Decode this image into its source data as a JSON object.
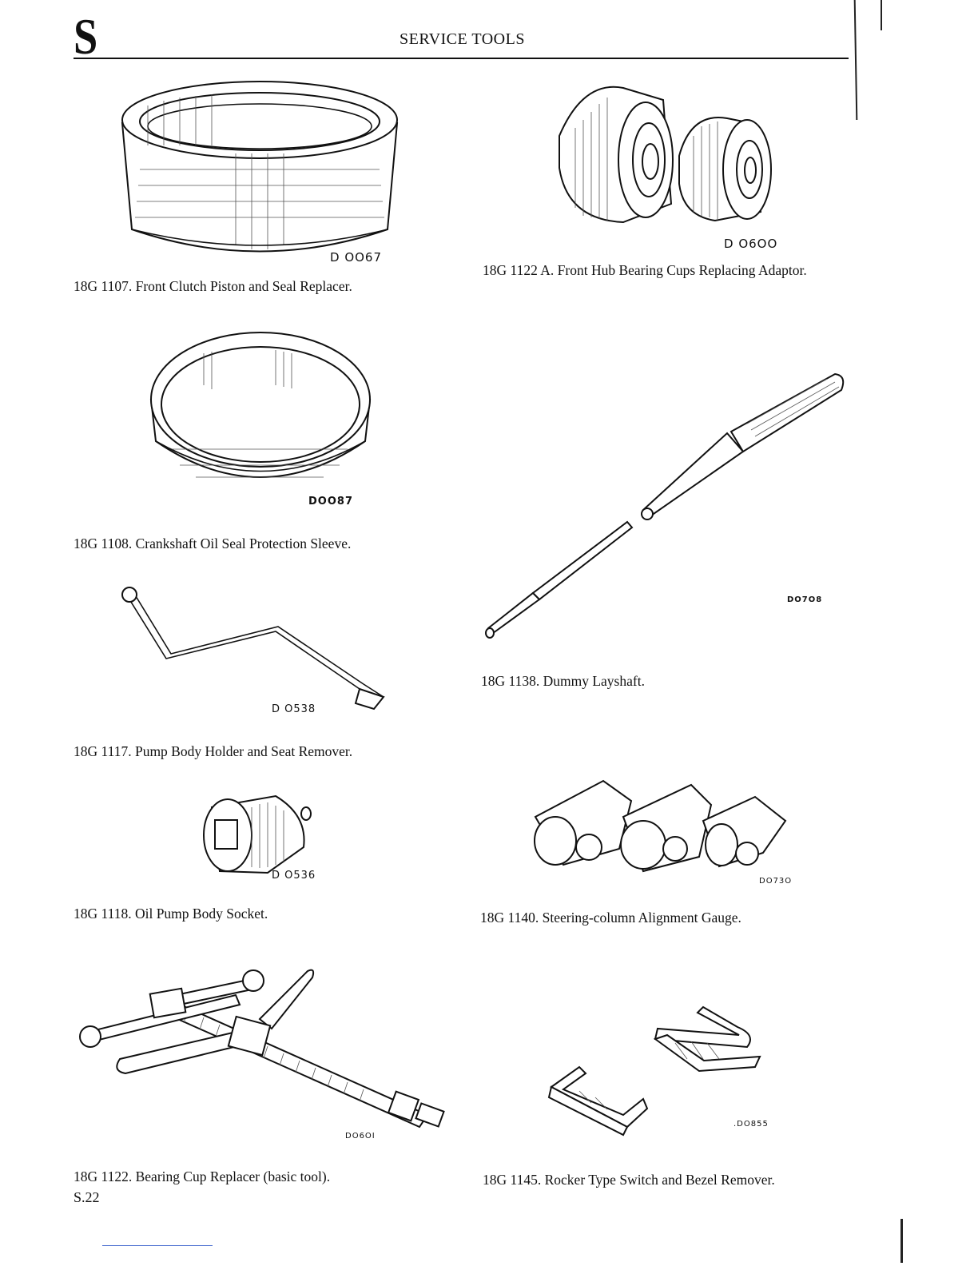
{
  "header": {
    "section_letter": "S",
    "title": "SERVICE TOOLS"
  },
  "tools": [
    {
      "ref": "D OO67",
      "caption": "18G 1107. Front Clutch Piston and Seal Replacer."
    },
    {
      "ref": "D O6OO",
      "caption": "18G 1122 A. Front Hub Bearing Cups Replacing Adaptor."
    },
    {
      "ref": "DOO87",
      "caption": "18G 1108. Crankshaft Oil Seal Protection Sleeve."
    },
    {
      "ref": "DO7O8",
      "caption": "18G 1138. Dummy Layshaft."
    },
    {
      "ref": "D O538",
      "caption": "18G 1117. Pump Body Holder and Seat Remover."
    },
    {
      "ref": "D O536",
      "caption": "18G 1118. Oil Pump Body Socket."
    },
    {
      "ref": "DO73O",
      "caption": "18G 1140. Steering-column Alignment Gauge."
    },
    {
      "ref": "DO6OI",
      "caption": "18G 1122. Bearing Cup Replacer (basic tool)."
    },
    {
      "ref": ".DO855",
      "caption": "18G 1145. Rocker Type Switch and Bezel Remover."
    }
  ],
  "footer": {
    "page_number": "S.22"
  }
}
